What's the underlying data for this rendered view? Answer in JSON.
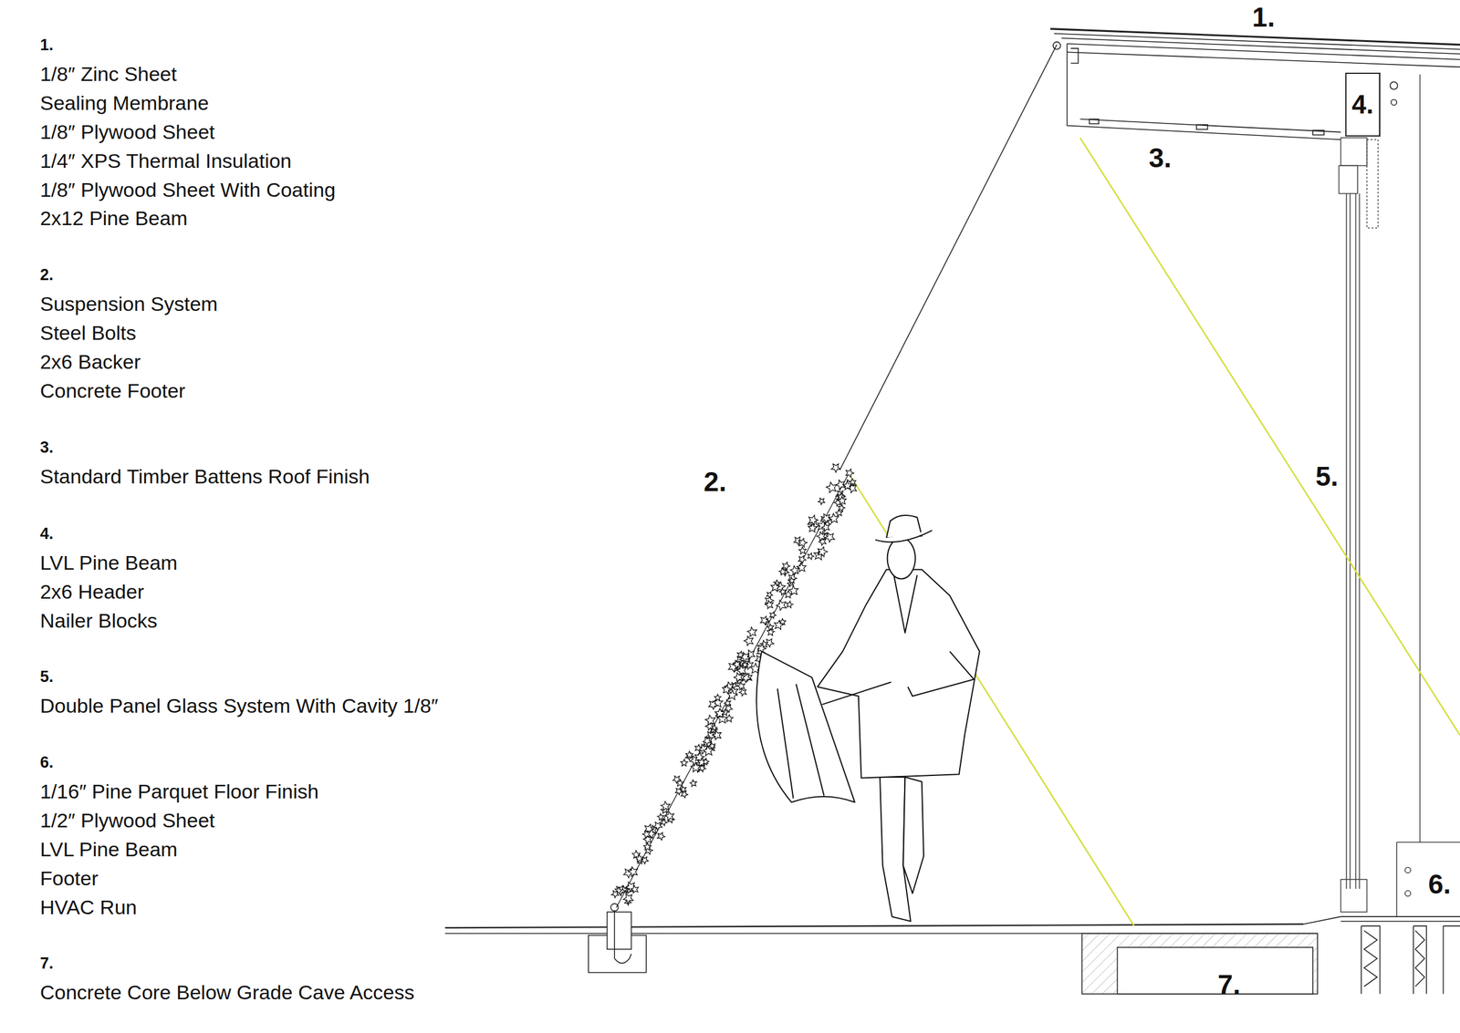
{
  "diagram": {
    "nodes": [
      {
        "text": [
          "4."
        ]
      }
    ],
    "labels": [
      "1.",
      "1/8″ Zinc Sheet",
      "Sealing Membrane",
      "1/8″ Plywood Sheet",
      "1/4″ XPS Thermal Insulation",
      "1/8″ Plywood Sheet With Coating",
      "2x12 Pine Beam",
      "2.",
      "Suspension System",
      "Steel Bolts",
      "2x6 Backer",
      "Concrete Footer",
      "3.",
      "Standard Timber Battens Roof Finish",
      "4.",
      "LVL Pine Beam",
      "2x6 Header",
      "Nailer Blocks",
      "5.",
      "Double Panel Glass System With Cavity 1/8″",
      "6.",
      "1/16″ Pine Parquet Floor Finish",
      "1/2″ Plywood Sheet",
      "LVL Pine Beam",
      "Footer",
      "HVAC Run",
      "7.",
      "Concrete Core Below Grade Cave Access",
      "1.",
      "3.",
      "2.",
      "5.",
      "6.",
      "7."
    ]
  }
}
